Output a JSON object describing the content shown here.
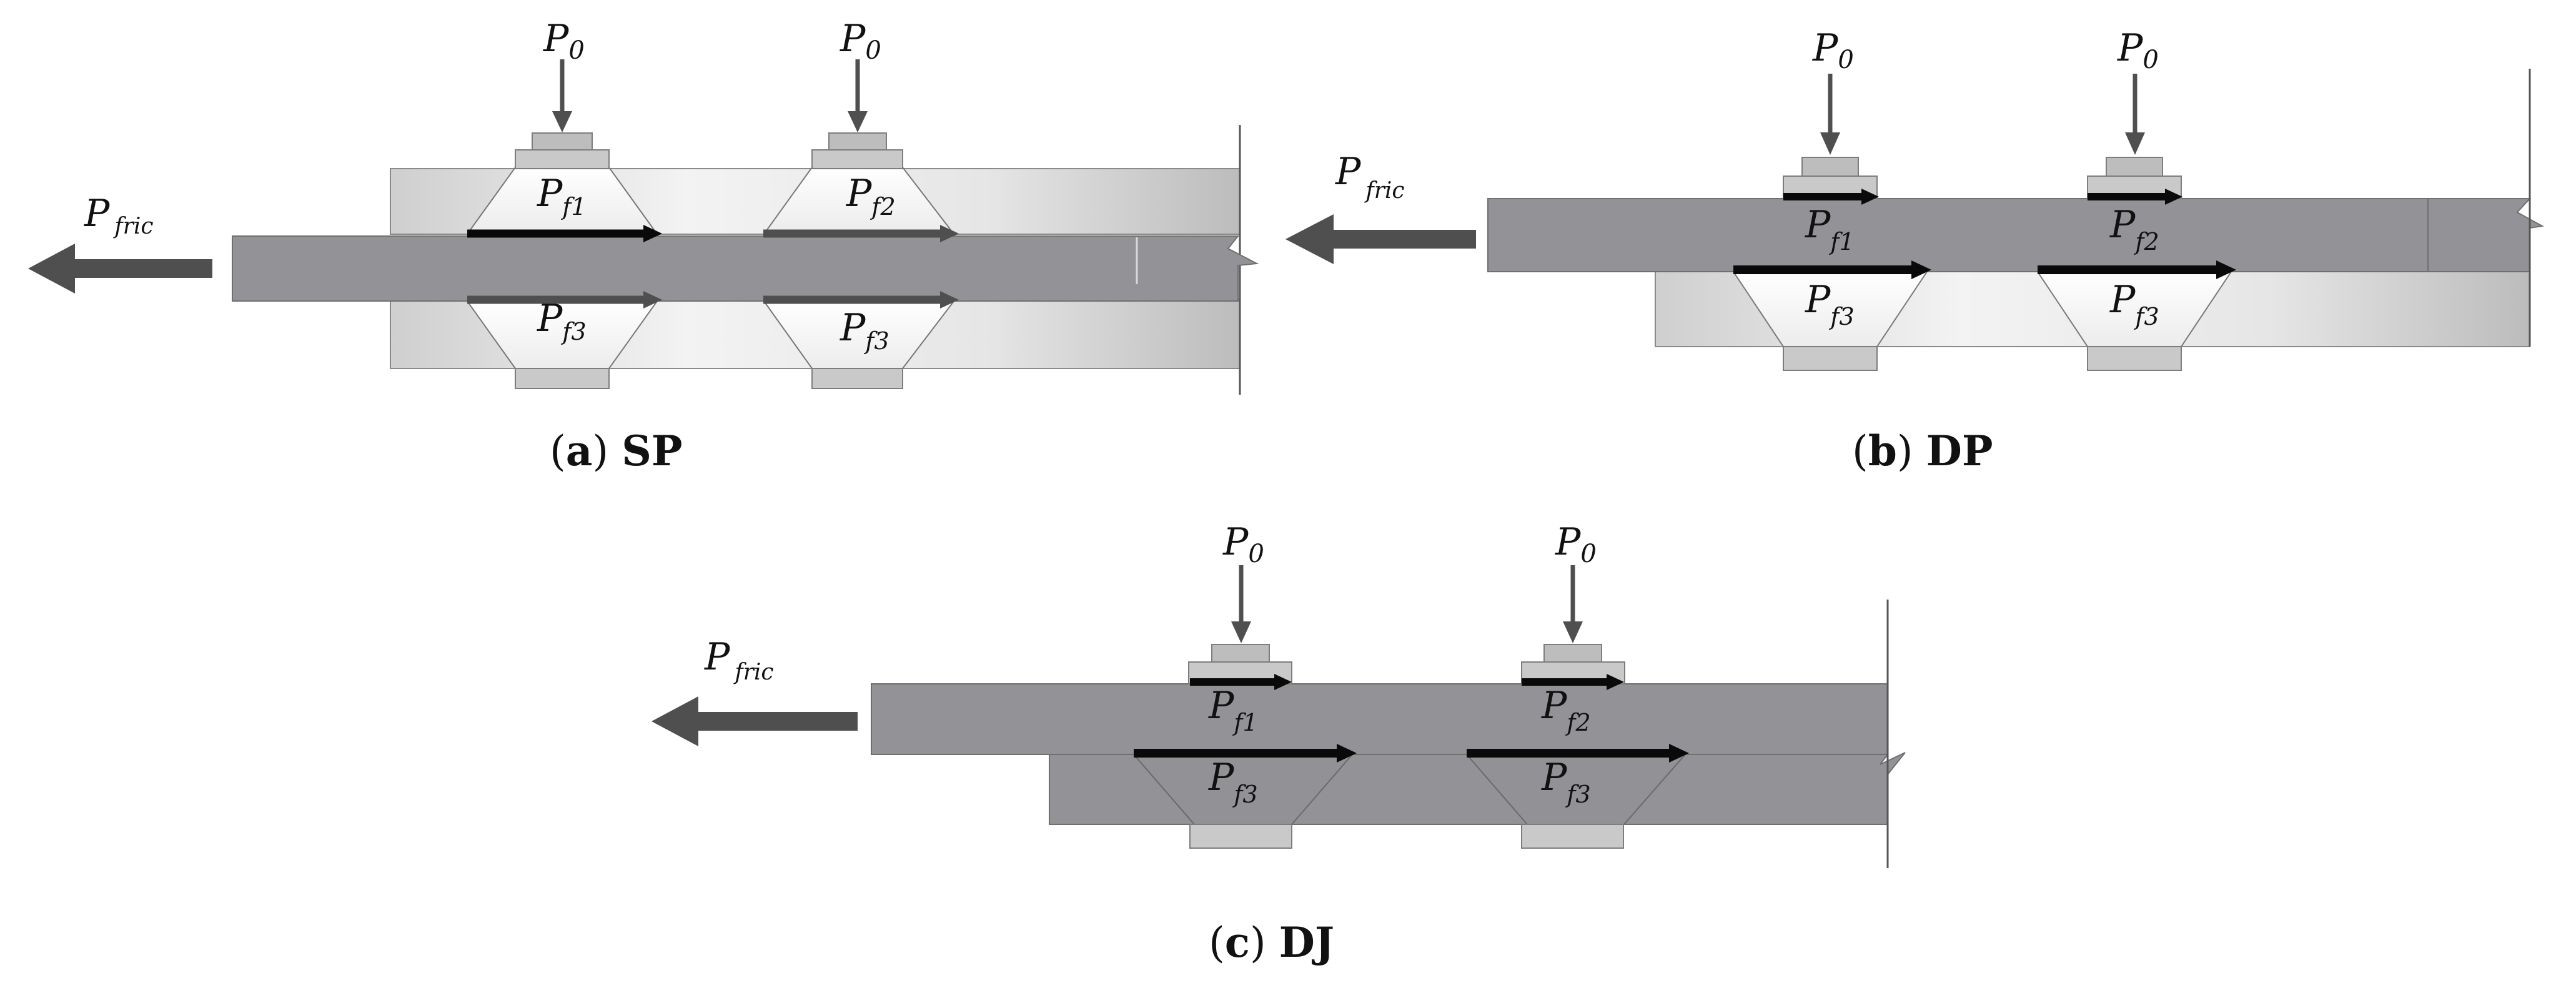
{
  "colors": {
    "rod": "#929296",
    "plate_light": "#d9d9d9",
    "cone": "#f4f4f4",
    "washer": "#c8c8c8",
    "washer_top": "#bdbdbd",
    "arrow_dark": "#4f4f4f",
    "arrow_black": "#0a0a0a",
    "edge": "#7a7a7a"
  },
  "labels": {
    "P": "P",
    "load_sub": "0",
    "fric_sub": "fric",
    "f_prefix": "f",
    "f1": "1",
    "f2": "2",
    "f3": "3"
  },
  "captions": {
    "a": {
      "paren": "a",
      "label": "SP"
    },
    "b": {
      "paren": "b",
      "label": "DP"
    },
    "c": {
      "paren": "c",
      "label": "DJ"
    }
  },
  "icons": [
    "down-arrow-icon",
    "left-arrow-icon",
    "right-arrow-icon"
  ]
}
